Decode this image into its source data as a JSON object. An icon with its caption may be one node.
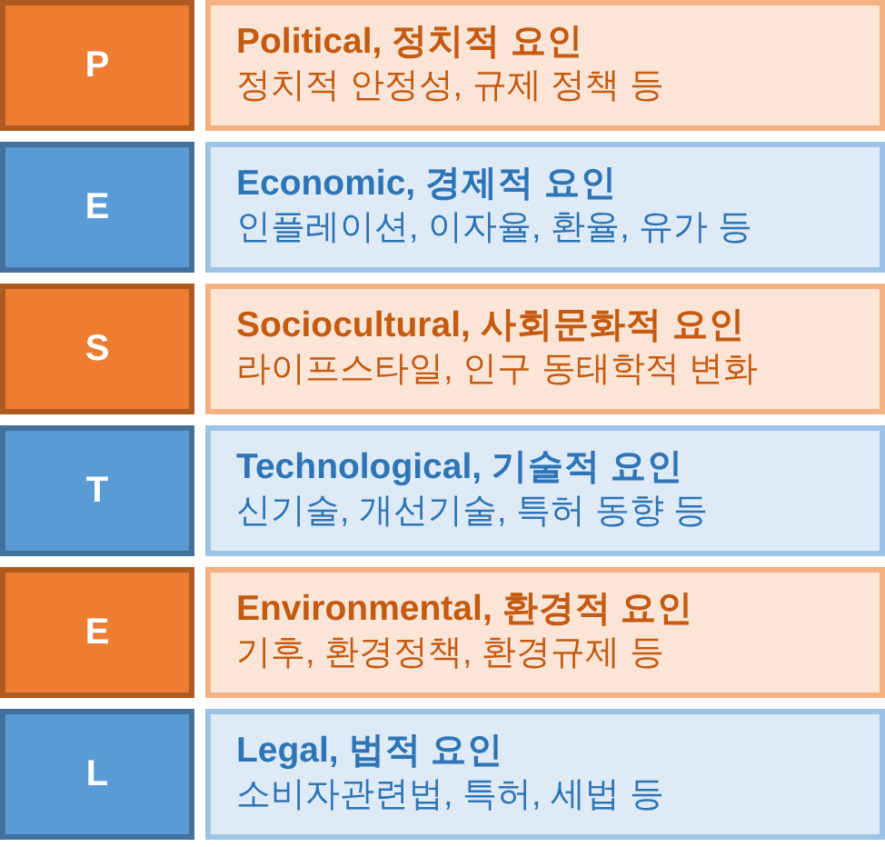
{
  "diagram": {
    "nodes": [
      {
        "text": [
          "P"
        ]
      },
      {
        "text": [
          "Political, 정치적 요인",
          "정치적 안정성, 규제 정책 등"
        ]
      },
      {
        "text": [
          "E"
        ]
      },
      {
        "text": [
          "Economic, 경제적 요인",
          "인플레이션, 이자율, 환율, 유가 등"
        ]
      },
      {
        "text": [
          "S"
        ]
      },
      {
        "text": [
          "Sociocultural, 사회문화적 요인",
          "라이프스타일, 인구 동태학적 변화"
        ]
      },
      {
        "text": [
          "T"
        ]
      },
      {
        "text": [
          "Technological, 기술적 요인",
          "신기술, 개선기술, 특허 동향 등"
        ]
      },
      {
        "text": [
          "E"
        ]
      },
      {
        "text": [
          "Environmental, 환경적 요인",
          "기후, 환경정책, 환경규제 등"
        ]
      },
      {
        "text": [
          "L"
        ]
      },
      {
        "text": [
          "Legal, 법적 요인",
          "소비자관련법, 특허, 세법 등"
        ]
      }
    ]
  }
}
